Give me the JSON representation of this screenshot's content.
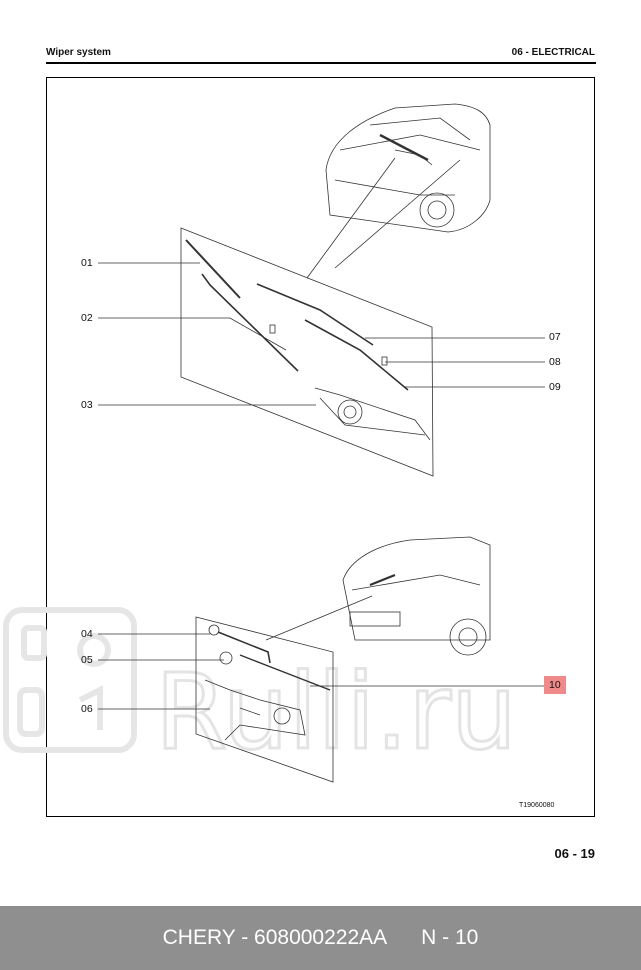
{
  "header": {
    "left": "Wiper system",
    "right": "06 - ELECTRICAL"
  },
  "callouts": [
    "01",
    "02",
    "03",
    "04",
    "05",
    "06",
    "07",
    "08",
    "09",
    "10"
  ],
  "highlighted_callout": "10",
  "figure_code": "T19060080",
  "page_number": "06 - 19",
  "watermark": "Rulli.ru",
  "footer": {
    "part": "CHERY - 608000222AA",
    "ref": "N - 10"
  },
  "colors": {
    "highlight": "#f08a8a",
    "footer_bg": "#8f8f8f",
    "footer_text": "#ffffff",
    "watermark": "#e9e9e9"
  }
}
